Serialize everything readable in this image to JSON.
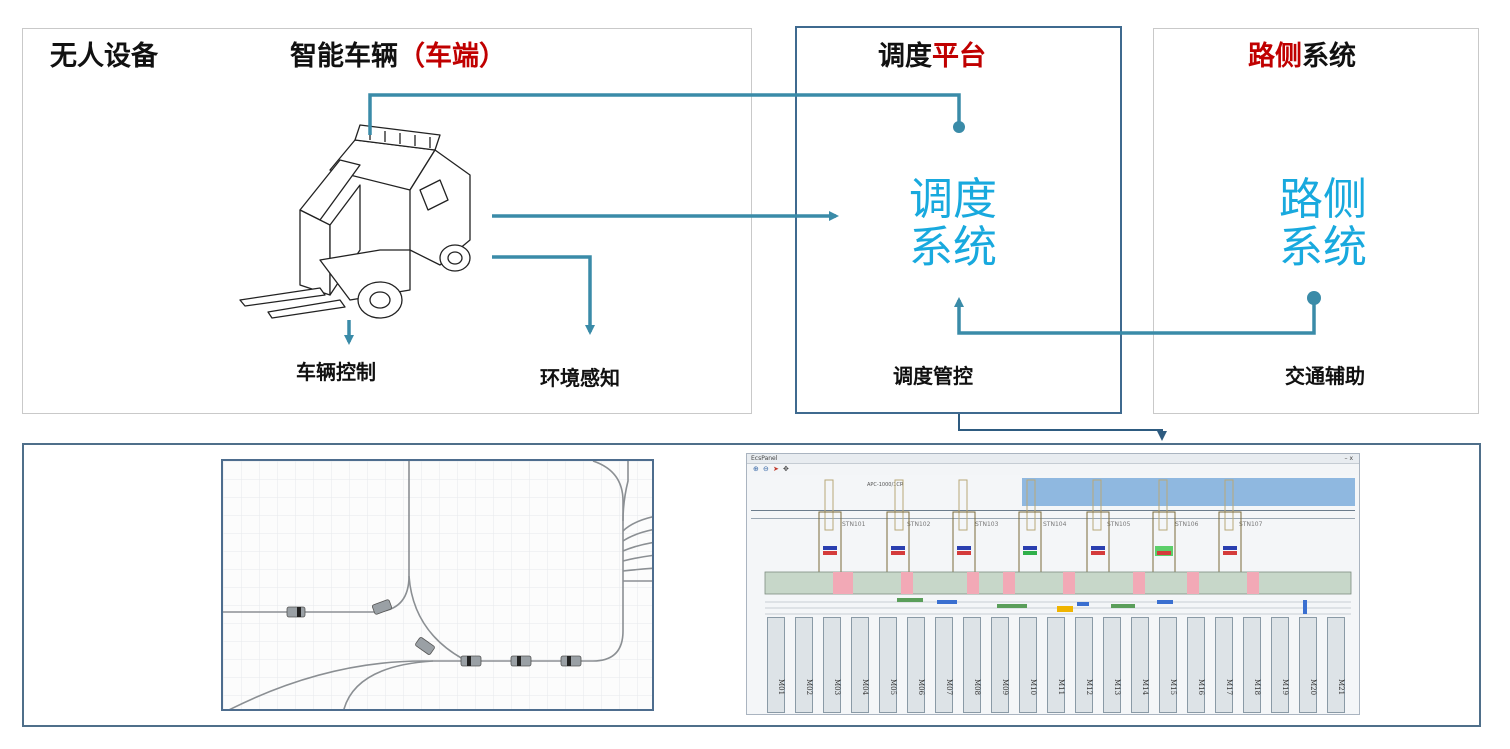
{
  "vehicle_panel": {
    "section_title": "无人设备",
    "title_main": "智能车辆",
    "title_highlight": "（车端）",
    "label_control": "车辆控制",
    "label_perception": "环境感知"
  },
  "dispatch_panel": {
    "title_main": "调度",
    "title_highlight": "平台",
    "big_line1": "调度",
    "big_line2": "系统",
    "label": "调度管控"
  },
  "roadside_panel": {
    "title_highlight": "路侧",
    "title_main": "系统",
    "big_line1": "路侧",
    "big_line2": "系统",
    "label": "交通辅助"
  },
  "monitor": {
    "window_title": "EcsPanel",
    "window_controls": "– x",
    "header_tag": "APC-1000/1CR",
    "stations": [
      "STN101",
      "STN102",
      "STN103",
      "STN104",
      "STN105",
      "STN106",
      "STN107"
    ],
    "cells": [
      "M01",
      "M02",
      "M03",
      "M04",
      "M05",
      "M06",
      "M07",
      "M08",
      "M09",
      "M10",
      "M11",
      "M12",
      "M13",
      "M14",
      "M15",
      "M16",
      "M17",
      "M18",
      "M19",
      "M20",
      "M21"
    ]
  },
  "colors": {
    "accent_red": "#c00000",
    "accent_cyan": "#18a9de",
    "flow_line": "#3a8ba8",
    "frame_blue": "#3f6a8f"
  }
}
